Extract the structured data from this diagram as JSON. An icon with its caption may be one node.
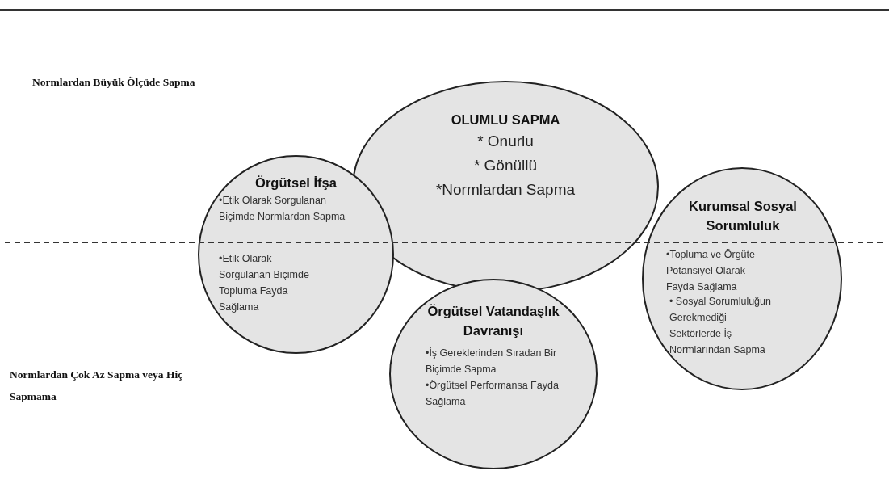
{
  "diagram": {
    "nodes": [
      {
        "text": [
          "OLUMLU SAPMA",
          "* Onurlu",
          "* Gönüllü",
          "*Normlardan Sapma"
        ]
      },
      {
        "text": [
          "Örgütsel İfşa",
          "•Etik Olarak Sorgulanan Biçimde Normlardan Sapma",
          "•Etik Olarak Sorgulanan Biçimde Topluma Fayda Sağlama"
        ]
      },
      {
        "text": [
          "Kurumsal Sosyal Sorumluluk",
          "•Topluma ve Örgüte Potansiyel Olarak Fayda Sağlama",
          "• Sosyal Sorumluluğun Gerekmediği Sektörlerde İş Normlarından Sapma"
        ]
      },
      {
        "text": [
          "Örgütsel Vatandaşlık Davranışı",
          "•İş Gereklerinden Sıradan Bir Biçimde Sapma",
          "•Örgütsel Performansa Fayda Sağlama"
        ]
      }
    ],
    "labels": [
      "Normlardan Büyük Ölçüde Sapma",
      "Normlardan Çok Az Sapma veya Hiç Sapmama"
    ]
  }
}
